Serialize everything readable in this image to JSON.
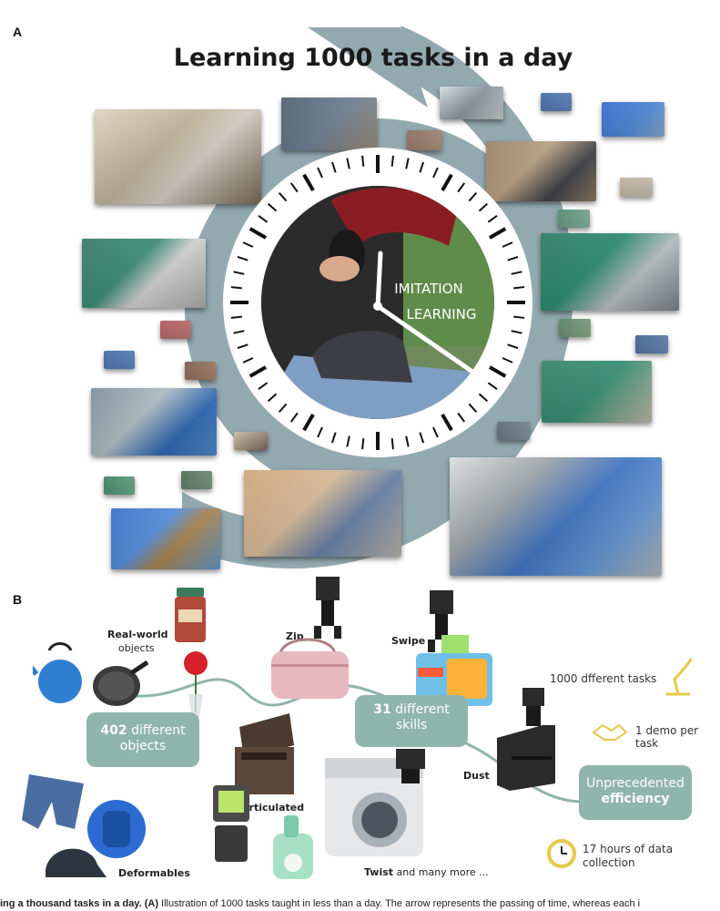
{
  "panel_a": {
    "letter": "A",
    "title": "Learning 1000 tasks in a day",
    "center_label_line1": "IMITATION",
    "center_label_line2": "LEARNING"
  },
  "panel_b": {
    "letter": "B",
    "labels": {
      "real_world_1": "Real-world",
      "real_world_2": "objects",
      "zip": "Zip",
      "swipe": "Swipe",
      "articulated": "Articulated",
      "deformables": "Deformables",
      "dust": "Dust",
      "twist": "Twist",
      "twist_rest": " and many more ..."
    },
    "objects_box": {
      "number": "402",
      "rest": " different",
      "line2": "objects"
    },
    "skills_box": {
      "number": "31",
      "rest": " different",
      "line2": "skills"
    },
    "efficiency_box": {
      "line1": "Unprecedented",
      "line2": "efficiency"
    },
    "stats": {
      "tasks": "1000   dfferent tasks",
      "demo": "1 demo per task",
      "hours_1": "17 hours of data",
      "hours_2": "collection"
    }
  },
  "caption": {
    "bold": "ing a thousand tasks in a day.",
    "letter": " (A)",
    "rest": " Illustration of 1000 tasks taught in less than a day. The arrow represents the passing of time, whereas each i"
  },
  "colors": {
    "ring": "#93a9b0",
    "green_box": "#8fb5ad",
    "curve": "#8fb5ad",
    "gold": "#e7c84a"
  }
}
